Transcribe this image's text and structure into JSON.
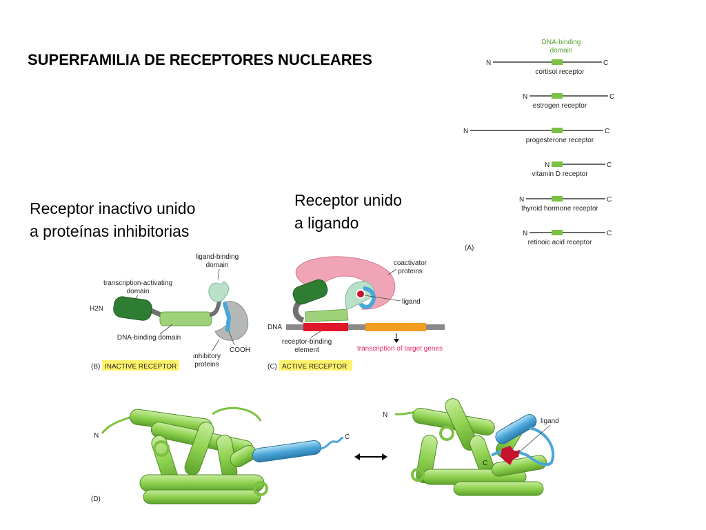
{
  "title": "SUPERFAMILIA DE RECEPTORES NUCLEARES",
  "captions": {
    "inactive": [
      "Receptor inactivo unido",
      "a proteínas inhibitorias"
    ],
    "active": [
      "Receptor unido",
      "a ligando"
    ]
  },
  "panel_a": {
    "domain_label": [
      "DNA-binding",
      "domain"
    ],
    "n_label": "N",
    "c_label": "C",
    "receptors": [
      "cortisol receptor",
      "estrogen receptor",
      "progesterone receptor",
      "vitamin D receptor",
      "thyroid hormone receptor",
      "retinoic acid receptor"
    ],
    "panel_label": "(A)"
  },
  "panel_b": {
    "ligand_binding": [
      "ligand-binding",
      "domain"
    ],
    "transcription_activating": [
      "transcription-activating",
      "domain"
    ],
    "h2n": "H2N",
    "dna_binding": "DNA-binding domain",
    "cooh": "COOH",
    "inhibitory": [
      "inhibitory",
      "proteins"
    ],
    "panel_label": "(B)",
    "state_label": "INACTIVE RECEPTOR"
  },
  "panel_c": {
    "coactivator": [
      "coactivator",
      "proteins"
    ],
    "ligand": "ligand",
    "dna": "DNA",
    "receptor_binding": [
      "receptor-binding",
      "element"
    ],
    "transcription": "transcription of target genes",
    "panel_label": "(C)",
    "state_label": "ACTIVE RECEPTOR"
  },
  "panel_d": {
    "n_label": "N",
    "c_label": "C",
    "ligand": "ligand",
    "panel_label": "(D)"
  },
  "colors": {
    "dna_binding_green": "#7cc242",
    "dark_green": "#2e7d32",
    "light_green": "#9fd17a",
    "helix_green": "#8fd14f",
    "helix_blue": "#4aa6d8",
    "coactivator_pink": "#f0a5b6",
    "ligand_red": "#c4122f",
    "inhibitory_gray": "#b4b8b6",
    "dna_red": "#e0162b",
    "transcription_orange": "#f39c1f",
    "label_yellow": "#fff36b",
    "pink_text": "#e2286a"
  }
}
